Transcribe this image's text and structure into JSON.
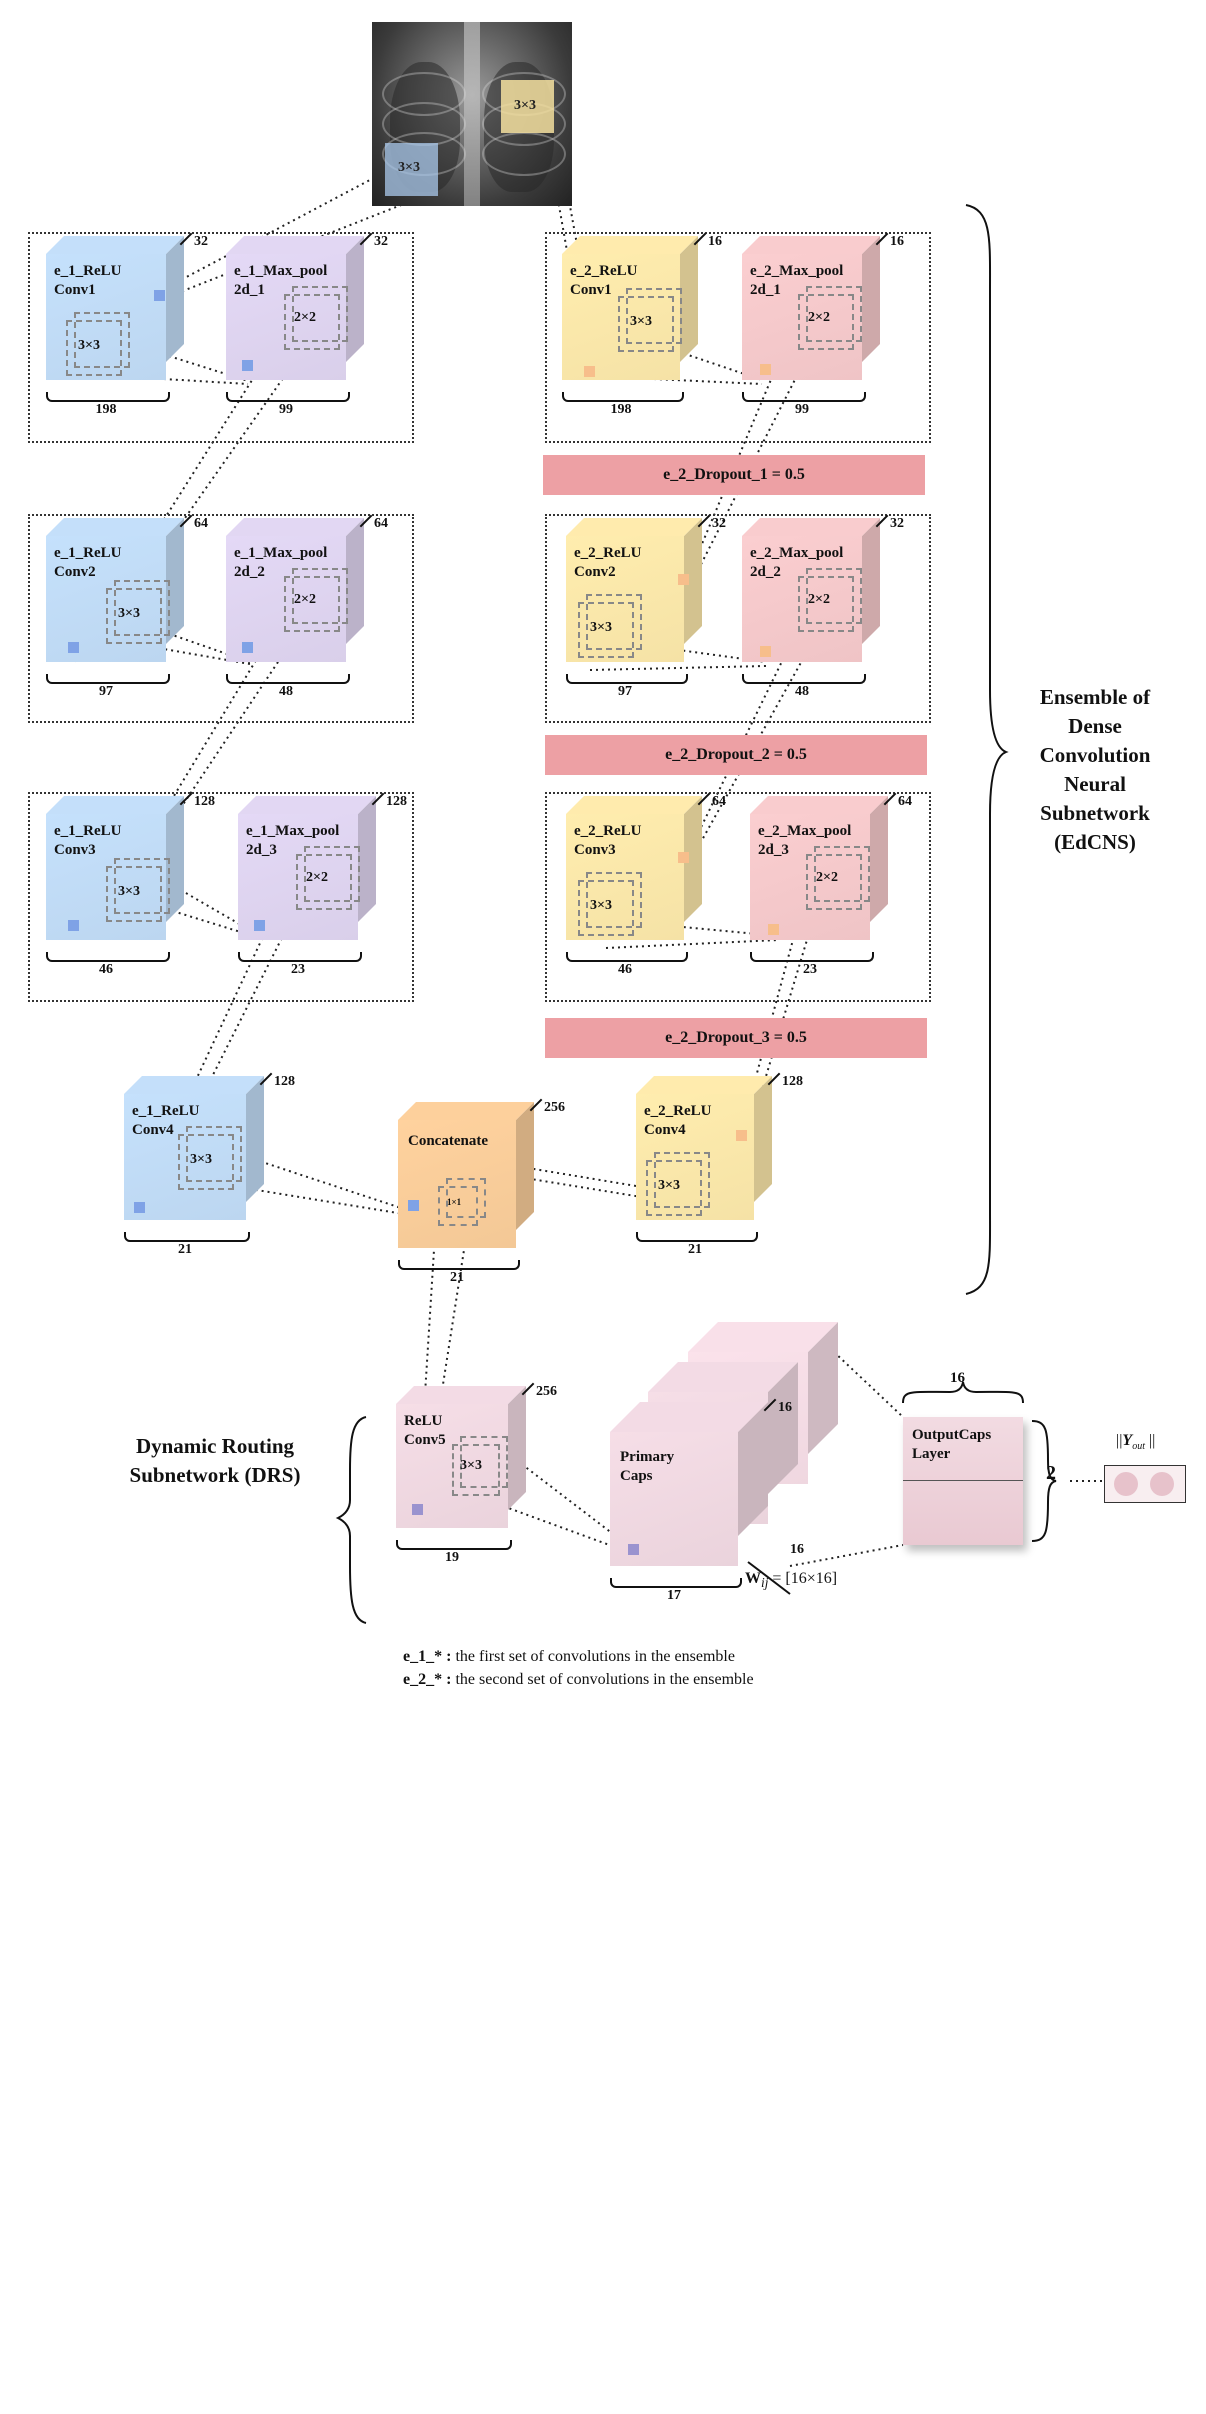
{
  "xray_patches": {
    "left": "3×3",
    "right": "3×3"
  },
  "e1_blocks": [
    {
      "conv": "e_1_ReLU\nConv1",
      "conv_kernel": "3×3",
      "conv_depth": "32",
      "conv_dim": "198",
      "pool": "e_1_Max_pool\n2d_1",
      "pool_kernel": "2×2",
      "pool_depth": "32",
      "pool_dim": "99"
    },
    {
      "conv": "e_1_ReLU\nConv2",
      "conv_kernel": "3×3",
      "conv_depth": "64",
      "conv_dim": "97",
      "pool": "e_1_Max_pool\n2d_2",
      "pool_kernel": "2×2",
      "pool_depth": "64",
      "pool_dim": "48"
    },
    {
      "conv": "e_1_ReLU\nConv3",
      "conv_kernel": "3×3",
      "conv_depth": "128",
      "conv_dim": "46",
      "pool": "e_1_Max_pool\n2d_3",
      "pool_kernel": "2×2",
      "pool_depth": "128",
      "pool_dim": "23"
    }
  ],
  "e2_blocks": [
    {
      "conv": "e_2_ReLU\nConv1",
      "conv_kernel": "3×3",
      "conv_depth": "16",
      "conv_dim": "198",
      "pool": "e_2_Max_pool\n2d_1",
      "pool_kernel": "2×2",
      "pool_depth": "16",
      "pool_dim": "99"
    },
    {
      "conv": "e_2_ReLU\nConv2",
      "conv_kernel": "3×3",
      "conv_depth": "32",
      "conv_dim": "97",
      "pool": "e_2_Max_pool\n2d_2",
      "pool_kernel": "2×2",
      "pool_depth": "32",
      "pool_dim": "48"
    },
    {
      "conv": "e_2_ReLU\nConv3",
      "conv_kernel": "3×3",
      "conv_depth": "64",
      "conv_dim": "46",
      "pool": "e_2_Max_pool\n2d_3",
      "pool_kernel": "2×2",
      "pool_depth": "64",
      "pool_dim": "23"
    }
  ],
  "dropouts": [
    "e_2_Dropout_1 = 0.5",
    "e_2_Dropout_2 = 0.5",
    "e_2_Dropout_3 = 0.5"
  ],
  "e1_conv4": {
    "label": "e_1_ReLU\nConv4",
    "kernel": "3×3",
    "depth": "128",
    "dim": "21"
  },
  "e2_conv4": {
    "label": "e_2_ReLU\nConv4",
    "kernel": "3×3",
    "depth": "128",
    "dim": "21"
  },
  "concat": {
    "label": "Concatenate",
    "kernel": "1×1",
    "depth": "256",
    "dim": "21"
  },
  "conv5": {
    "label": "ReLU\nConv5",
    "kernel": "3×3",
    "depth": "256",
    "dim": "19"
  },
  "primary_caps": {
    "label": "Primary\nCaps",
    "depth": "16",
    "dim": "17",
    "stack": "16"
  },
  "weights": {
    "symbol": "W",
    "sub": "ij",
    "value": " = [16×16]"
  },
  "output_caps": {
    "label": "OutputCaps\nLayer",
    "top": "16",
    "side": "2"
  },
  "y_out": {
    "prefix": "||",
    "symbol": "Y",
    "sub": "out",
    "suffix": " ||"
  },
  "edcns_label": "Ensemble of\nDense\nConvolution\nNeural\nSubnetwork\n(EdCNS)",
  "drs_label": "Dynamic Routing\nSubnetwork (DRS)",
  "legend": [
    {
      "key": "e_1_* :",
      "text": " the first set of convolutions in the ensemble"
    },
    {
      "key": "e_2_* :",
      "text": " the second set of convolutions in the ensemble"
    }
  ],
  "colors": {
    "blue": "#bcd6f0",
    "purple": "#d9cfea",
    "yellow": "#f5e2a6",
    "red": "#efc4c6",
    "orange": "#f3c896",
    "pink": "#ead3dc",
    "dropout": "#eda0a4"
  }
}
